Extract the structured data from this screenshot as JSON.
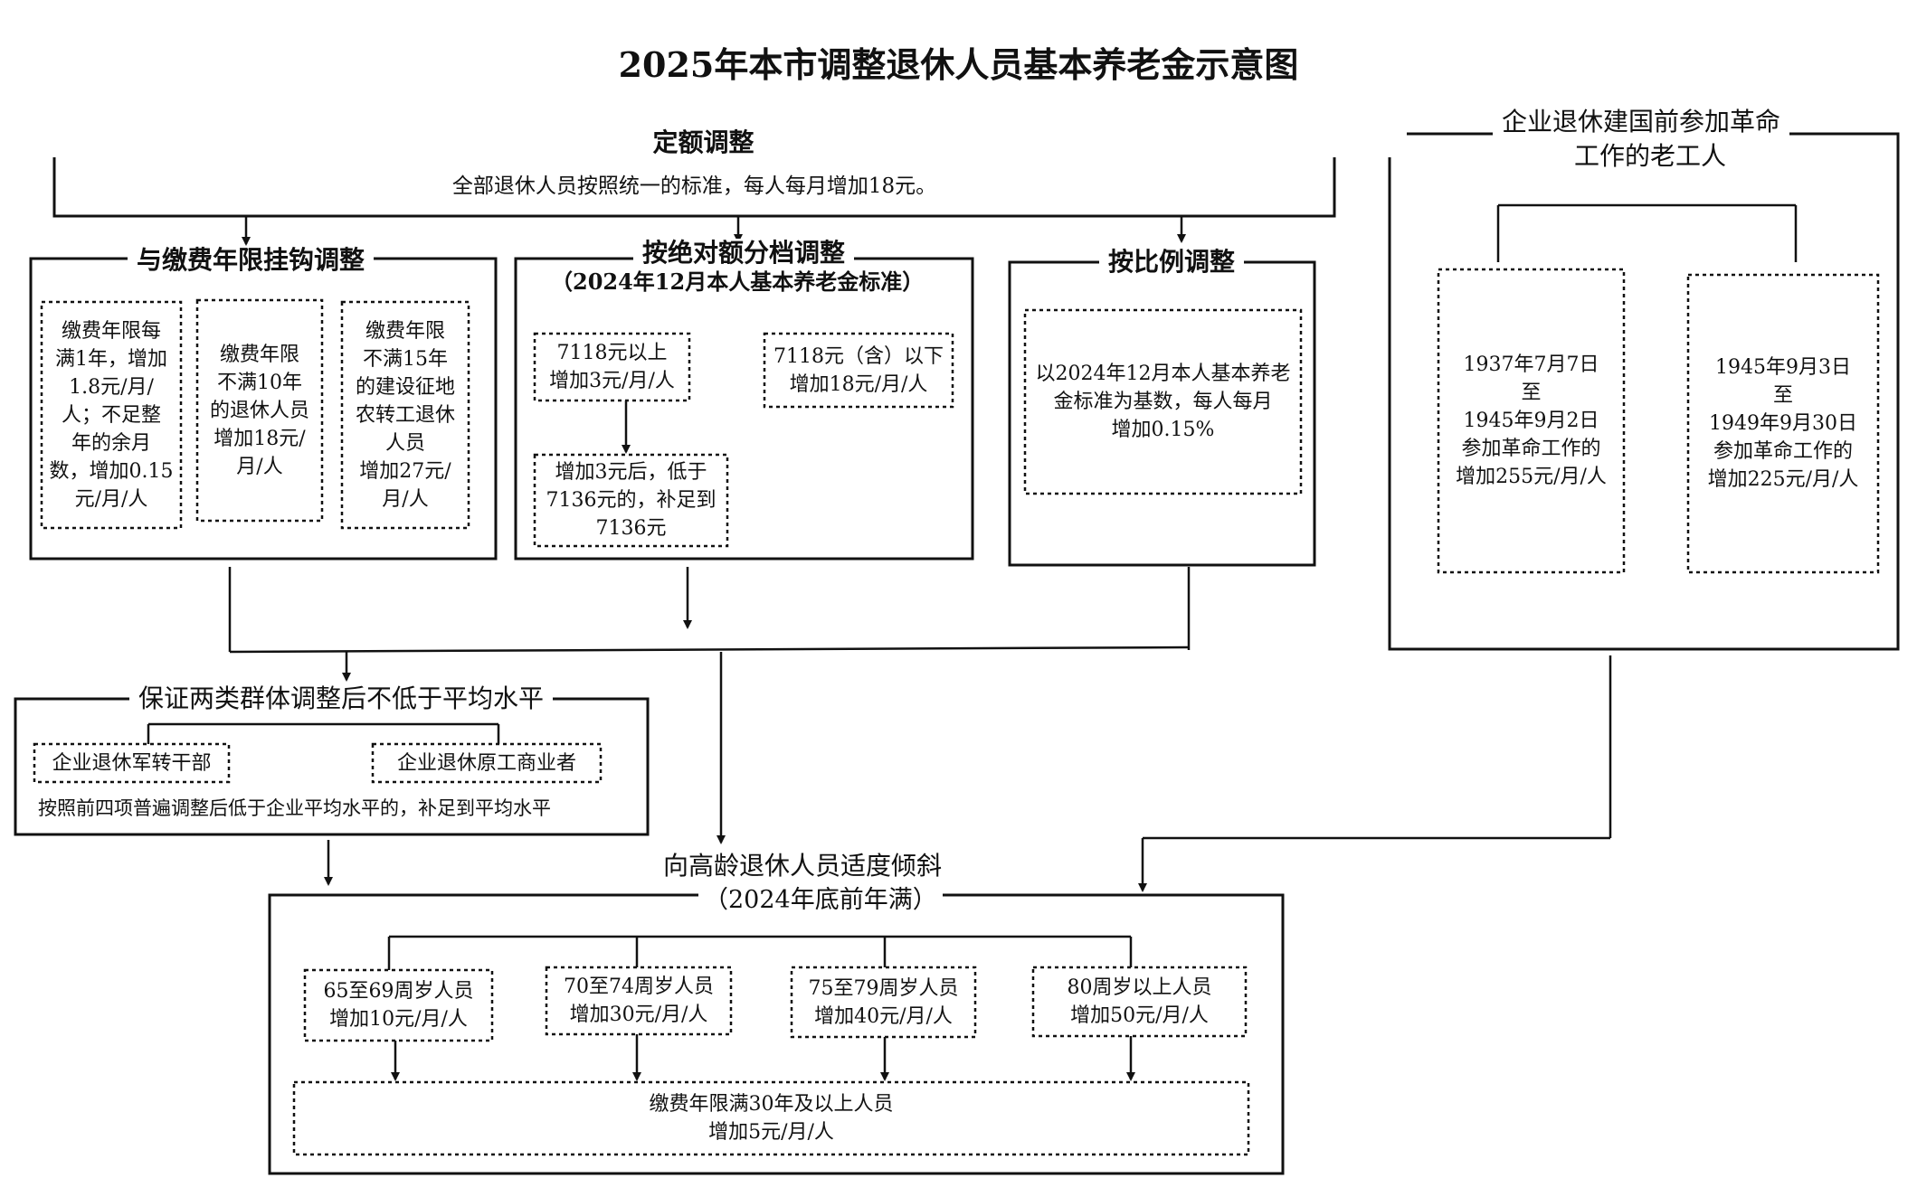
{
  "title": "2025年本市调整退休人员基本养老金示意图",
  "fixed": {
    "heading": "定额调整",
    "text": "全部退休人员按照统一的标准，每人每月增加18元。"
  },
  "contribution": {
    "heading": "与缴费年限挂钩调整",
    "boxes": [
      [
        "缴费年限每",
        "满1年，增加",
        "1.8元/月/",
        "人；不足整",
        "年的余月",
        "数，增加0.15",
        "元/月/人"
      ],
      [
        "缴费年限",
        "不满10年",
        "的退休人员",
        "增加18元/",
        "月/人"
      ],
      [
        "缴费年限",
        "不满15年",
        "的建设征地",
        "农转工退休",
        "人员",
        "增加27元/",
        "月/人"
      ]
    ]
  },
  "absolute": {
    "heading1": "按绝对额分档调整",
    "heading2": "（2024年12月本人基本养老金标准）",
    "above": [
      "7118元以上",
      "增加3元/月/人"
    ],
    "below": [
      "7118元（含）以下",
      "增加18元/月/人"
    ],
    "topup": [
      "增加3元后，低于",
      "7136元的，补足到",
      "7136元"
    ]
  },
  "ratio": {
    "heading": "按比例调整",
    "text": [
      "以2024年12月本人基本养老",
      "金标准为基数，每人每月",
      "增加0.15%"
    ]
  },
  "veterans": {
    "heading1": "企业退休建国前参加革命",
    "heading2": "工作的老工人",
    "boxes": [
      [
        "1937年7月7日",
        "至",
        "1945年9月2日",
        "参加革命工作的",
        "增加255元/月/人"
      ],
      [
        "1945年9月3日",
        "至",
        "1949年9月30日",
        "参加革命工作的",
        "增加225元/月/人"
      ]
    ]
  },
  "guarantee": {
    "heading": "保证两类群体调整后不低于平均水平",
    "group1": "企业退休军转干部",
    "group2": "企业退休原工商业者",
    "note": "按照前四项普遍调整后低于企业平均水平的，补足到平均水平"
  },
  "elderly": {
    "heading1": "向高龄退休人员适度倾斜",
    "heading2": "（2024年底前年满）",
    "ages": [
      [
        "65至69周岁人员",
        "增加10元/月/人"
      ],
      [
        "70至74周岁人员",
        "增加30元/月/人"
      ],
      [
        "75至79周岁人员",
        "增加40元/月/人"
      ],
      [
        "80周岁以上人员",
        "增加50元/月/人"
      ]
    ],
    "extra": [
      "缴费年限满30年及以上人员",
      "增加5元/月/人"
    ]
  }
}
